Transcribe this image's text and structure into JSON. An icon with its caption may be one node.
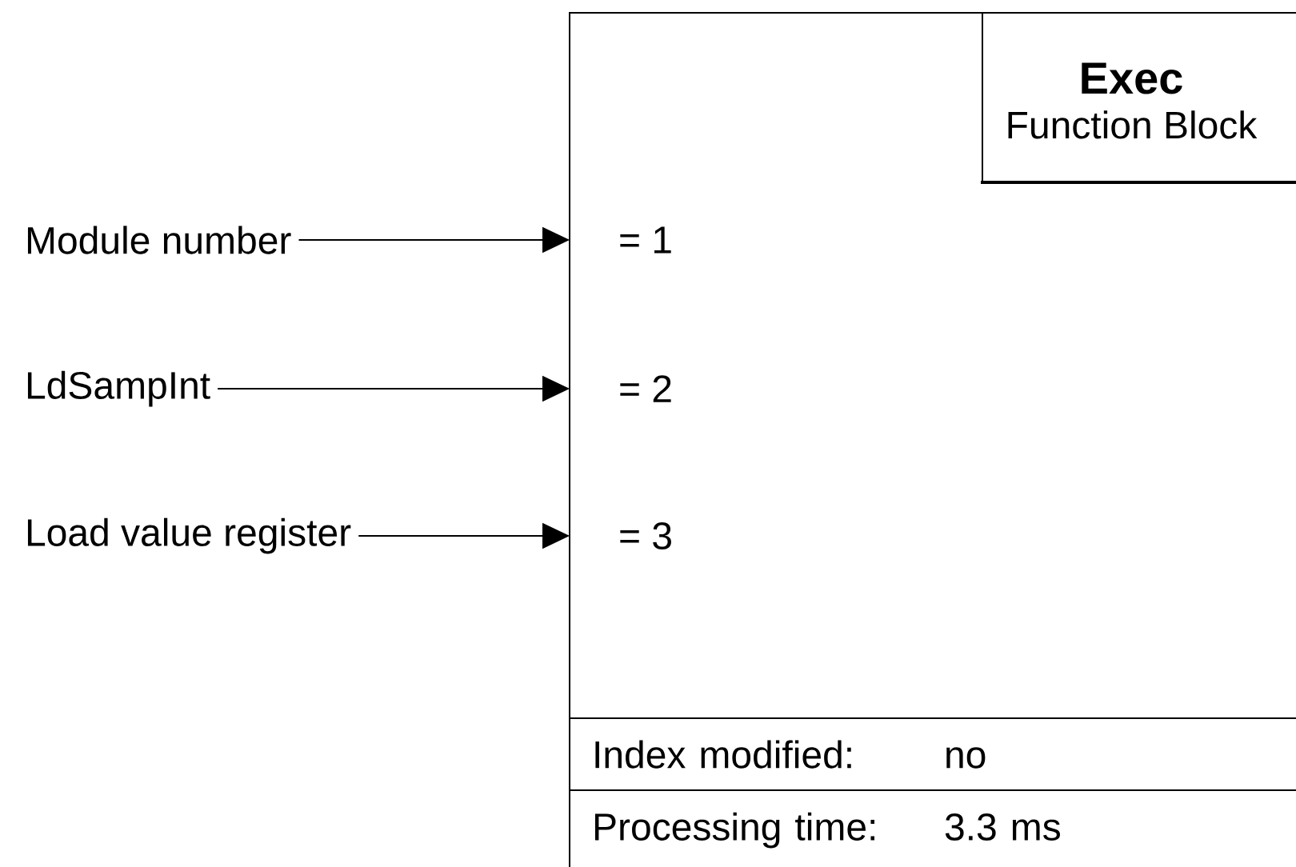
{
  "diagram": {
    "nodes": [
      {
        "text": [],
        "shape": "box"
      },
      {
        "text": [
          "Exec",
          "Function Block"
        ],
        "in": 0
      },
      {
        "text": [
          "= 1"
        ],
        "in": 0
      },
      {
        "text": [
          "= 2"
        ],
        "in": 0
      },
      {
        "text": [
          "= 3"
        ],
        "in": 0
      },
      {
        "text": [
          "Index modified:",
          "no"
        ],
        "in": 0
      },
      {
        "text": [
          "Processing time:",
          "3.3 ms"
        ],
        "in": 0
      },
      {
        "text": [
          "Module number"
        ]
      },
      {
        "text": [
          "LdSampInt"
        ]
      },
      {
        "text": [
          "Load value register"
        ]
      }
    ],
    "edges": [
      {
        "from": 7,
        "to": 2,
        "arrow": "to"
      },
      {
        "from": 8,
        "to": 3,
        "arrow": "to"
      },
      {
        "from": 9,
        "to": 4,
        "arrow": "to"
      }
    ]
  }
}
